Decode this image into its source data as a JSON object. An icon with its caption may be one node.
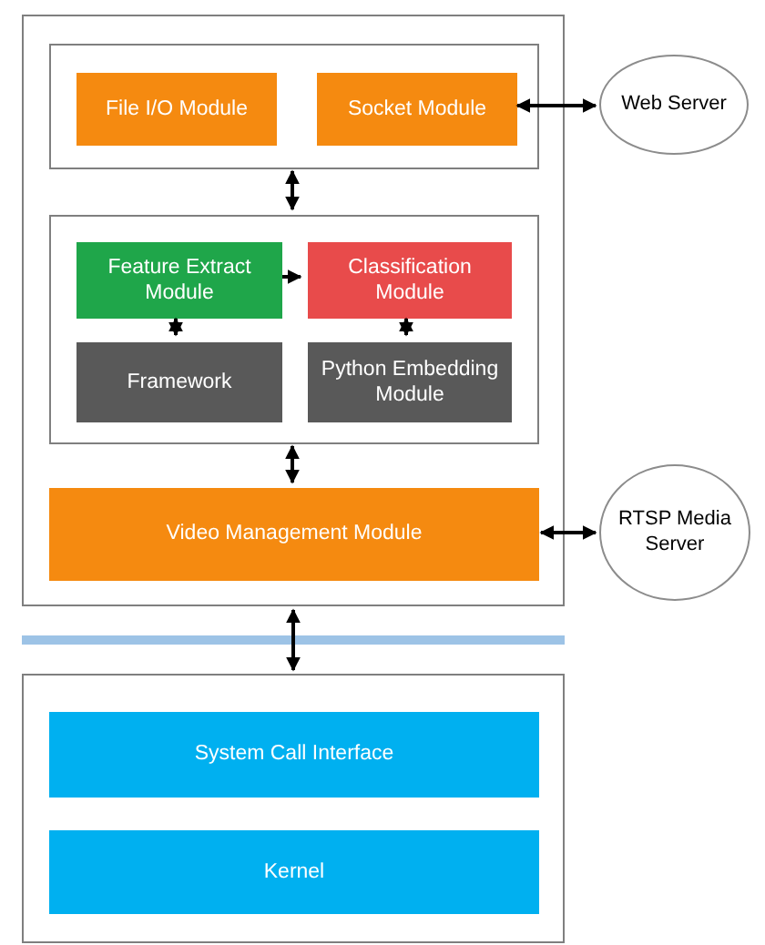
{
  "diagram": {
    "nodes": [
      {
        "text": [],
        "shape": "box"
      },
      {
        "text": [],
        "shape": "box",
        "in": 0
      },
      {
        "text": [
          "File I/O Module"
        ],
        "in": 1
      },
      {
        "text": [
          "Socket Module"
        ],
        "in": 1
      },
      {
        "text": [
          "Web Server"
        ]
      },
      {
        "text": [],
        "shape": "box",
        "in": 0
      },
      {
        "text": [
          "Feature Extract Module"
        ],
        "in": 5
      },
      {
        "text": [
          "Classification Module"
        ],
        "in": 5
      },
      {
        "text": [
          "Framework"
        ],
        "in": 5
      },
      {
        "text": [
          "Python Embedding Module"
        ],
        "in": 5
      },
      {
        "text": [
          "Video Management Module"
        ],
        "in": 0
      },
      {
        "text": [
          "RTSP Media Server"
        ]
      },
      {
        "text": [],
        "shape": "box"
      },
      {
        "text": [
          "System Call Interface"
        ],
        "in": 12
      },
      {
        "text": [
          "Kernel"
        ],
        "in": 12
      }
    ],
    "edges": [
      {
        "from": 3,
        "to": 4,
        "arrow": "both"
      },
      {
        "from": 1,
        "to": 5,
        "arrow": "both"
      },
      {
        "from": 6,
        "to": 7,
        "arrow": "to"
      },
      {
        "from": 6,
        "to": 8,
        "arrow": "both"
      },
      {
        "from": 7,
        "to": 9,
        "arrow": "both"
      },
      {
        "from": 5,
        "to": 10,
        "arrow": "both"
      },
      {
        "from": 10,
        "to": 11,
        "arrow": "both"
      },
      {
        "from": 0,
        "to": 12,
        "arrow": "both"
      }
    ]
  }
}
